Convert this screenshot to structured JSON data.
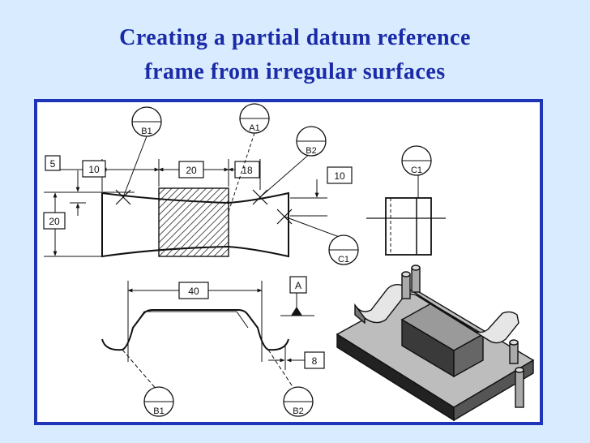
{
  "title": {
    "line1": "Creating a partial  datum reference",
    "line2": "frame from irregular surfaces"
  },
  "datum_targets": {
    "top_b1": "B1",
    "top_a1": "A1",
    "top_b2": "B2",
    "top_c1_right": "C1",
    "top_c1_lower": "C1",
    "bottom_b1": "B1",
    "bottom_b2": "B2"
  },
  "dimensions": {
    "d5": "5",
    "d10_left": "10",
    "d20_width": "20",
    "d18": "18",
    "d10_right": "10",
    "d20_height": "20",
    "d40": "40",
    "d8": "8"
  },
  "datum_feature_label": "A",
  "colors": {
    "title": "#1a2aa8",
    "frame_border": "#1f35b8",
    "background": "#d9ecff"
  }
}
